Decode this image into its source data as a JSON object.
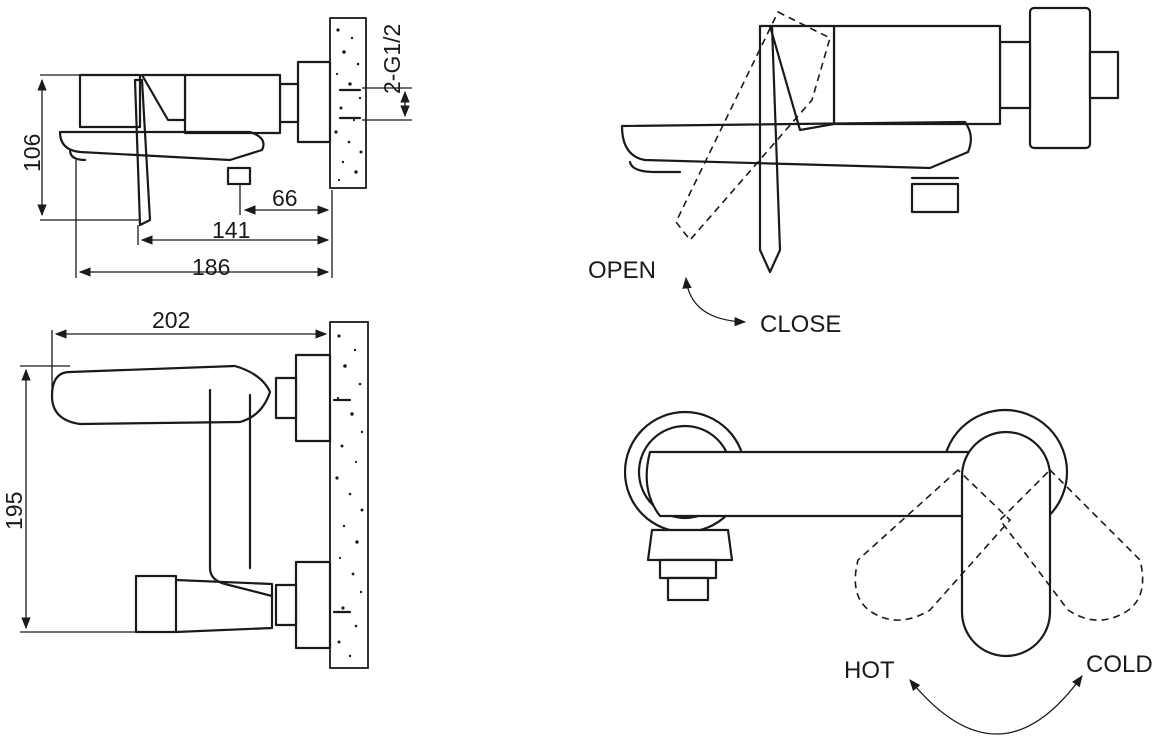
{
  "dimensions": {
    "side_height": "106",
    "thread": "2-G1/2",
    "spout_offset": "66",
    "lever_offset": "141",
    "side_length": "186",
    "top_length": "202",
    "top_height": "195"
  },
  "labels": {
    "open": "OPEN",
    "close": "CLOSE",
    "hot": "HOT",
    "cold": "COLD"
  }
}
